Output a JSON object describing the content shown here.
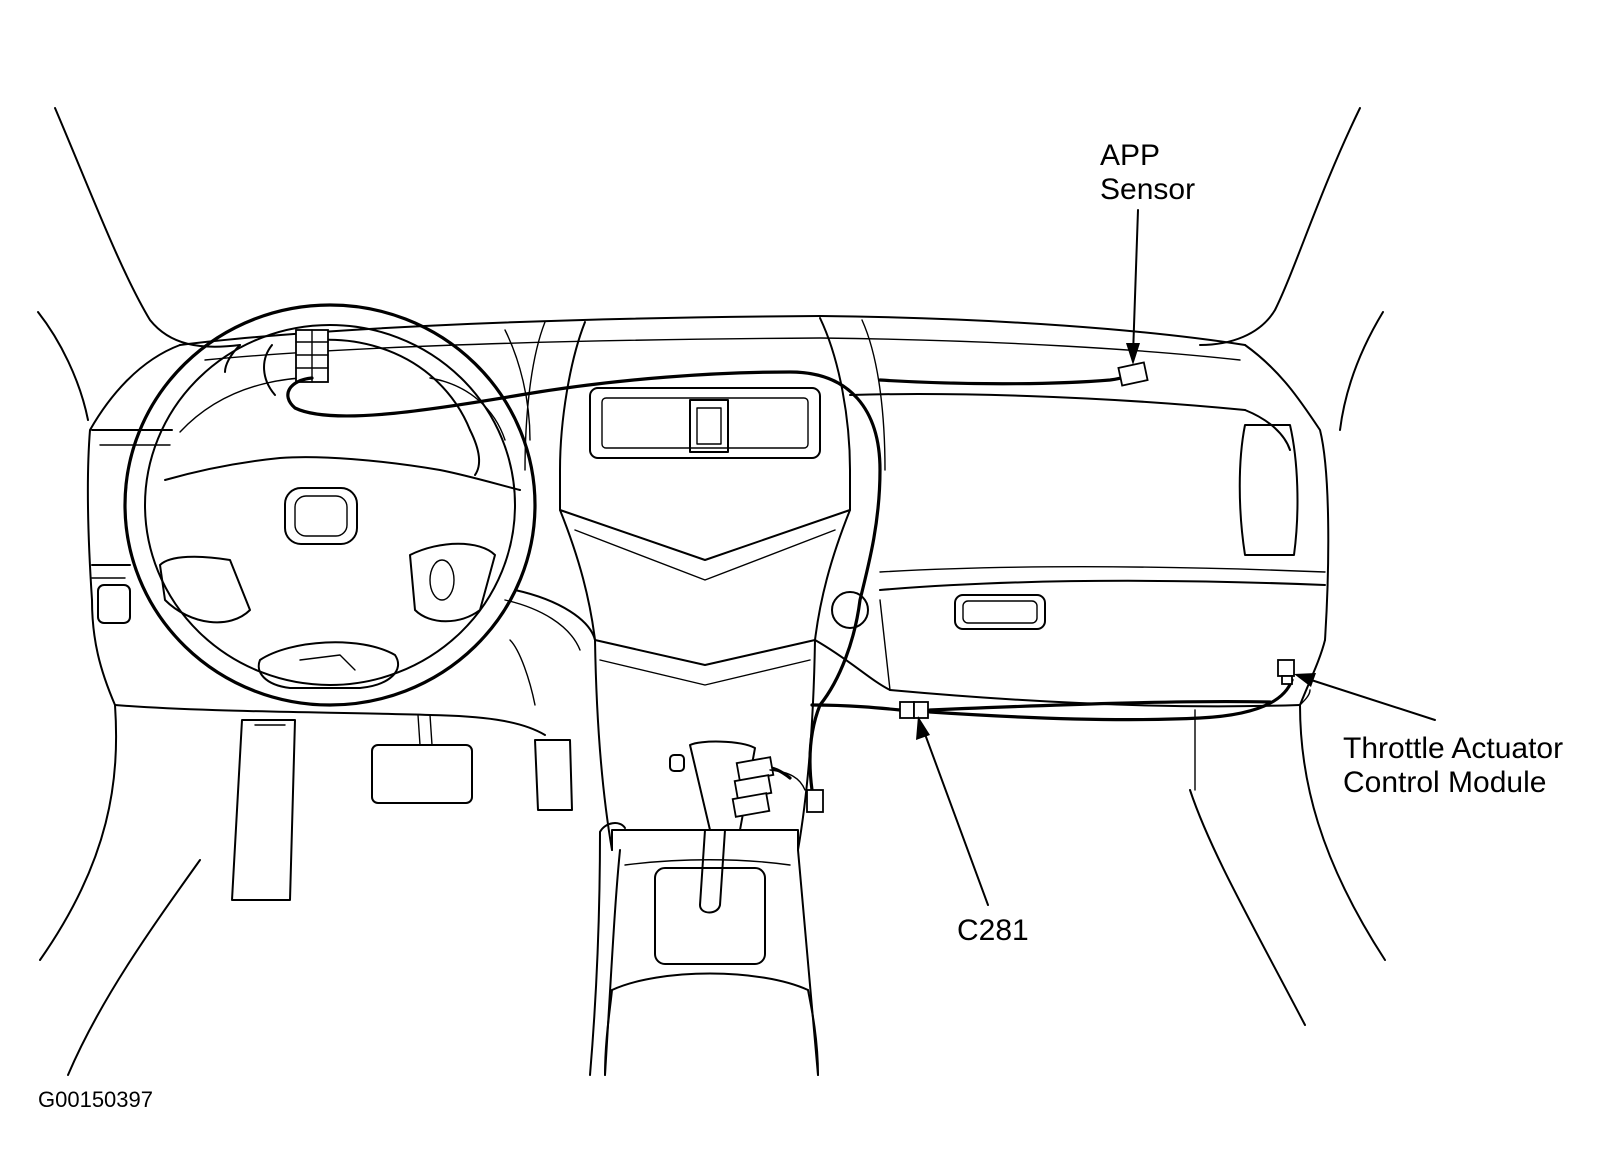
{
  "labels": {
    "app_sensor_line1": "APP",
    "app_sensor_line2": "Sensor",
    "throttle_line1": "Throttle Actuator",
    "throttle_line2": "Control Module",
    "connector": "C281"
  },
  "figure_id": "G00150397",
  "colors": {
    "ink": "#000000",
    "paper": "#ffffff"
  }
}
